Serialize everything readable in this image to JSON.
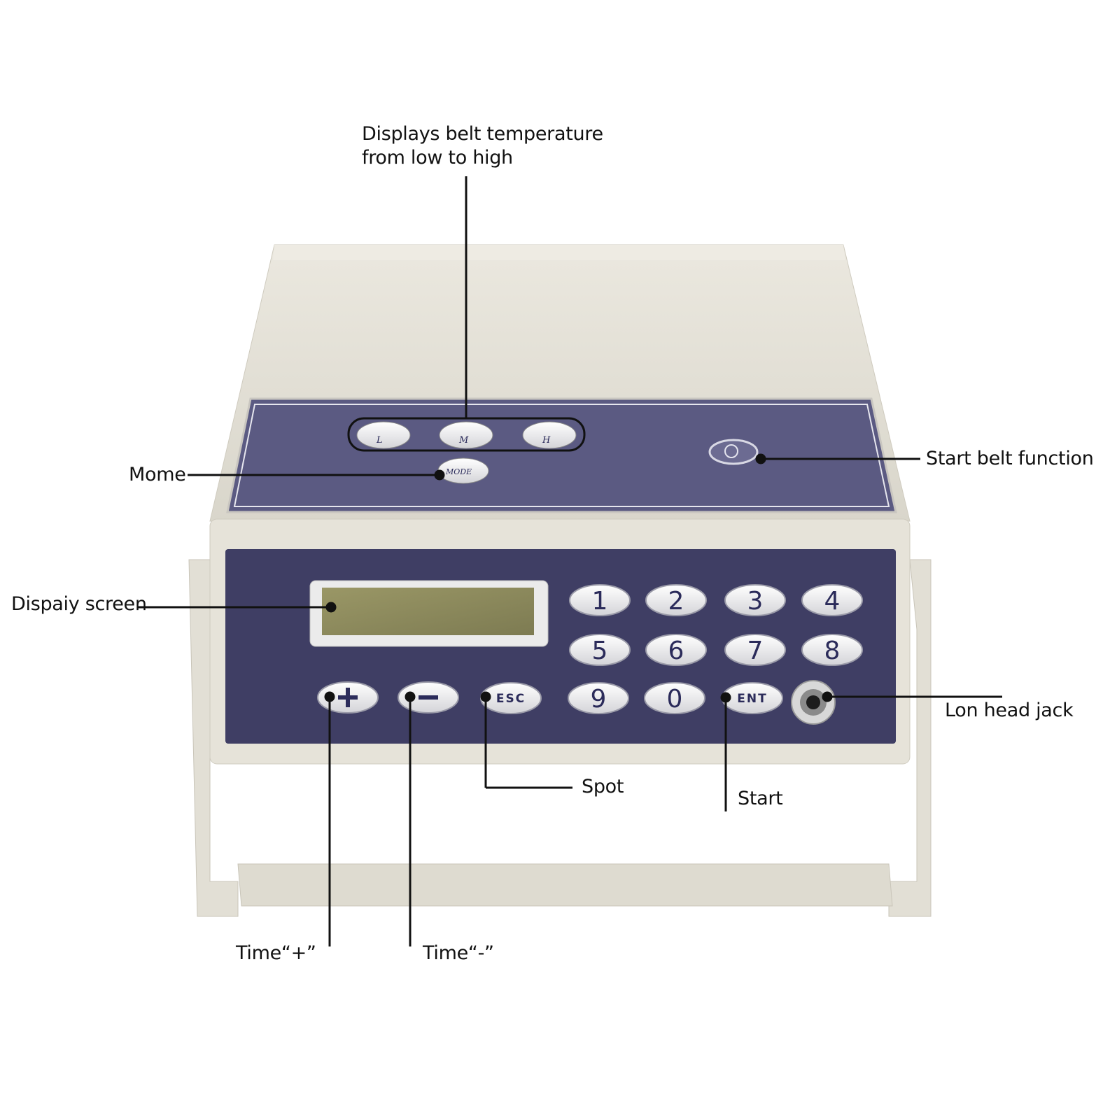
{
  "labels": {
    "top_line1": "Displays belt temperature",
    "top_line2": "from low to high",
    "start_belt": "Start belt function",
    "mode": "Mome",
    "display": "Dispaiy screen",
    "ion_jack": "Lon head jack",
    "spot": "Spot",
    "start": "Start",
    "time_plus": "Time“+”",
    "time_minus": "Time“-”"
  },
  "keys": {
    "digits_row1": [
      "1",
      "2",
      "3",
      "4"
    ],
    "digits_row2": [
      "5",
      "6",
      "7",
      "8"
    ],
    "digits_row3": [
      "9",
      "0"
    ],
    "esc": "ESC",
    "ent": "ENT",
    "mode": "MODE",
    "temp": [
      "L",
      "M",
      "H"
    ]
  },
  "colors": {
    "body": "#e4e1d6",
    "panel": "#3f3e64",
    "panel_top": "#5a5880",
    "key": "#eeeeee",
    "lcd": "#8d8b5e"
  }
}
